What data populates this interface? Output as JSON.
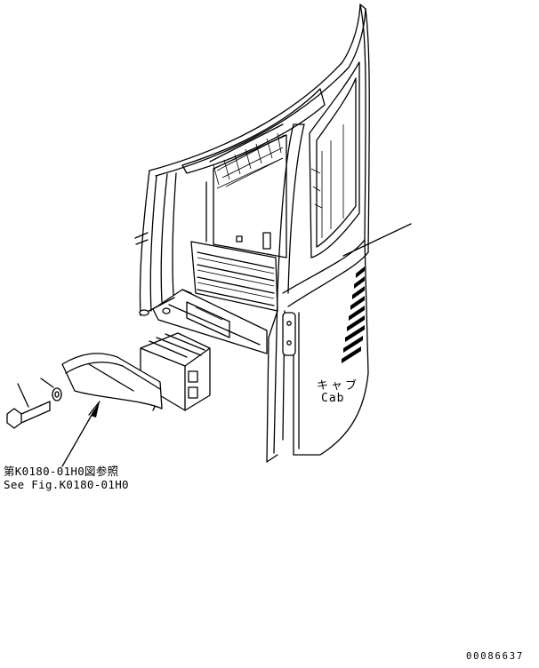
{
  "labels": {
    "cab_jp": "キャブ",
    "cab_en": "Cab",
    "ref_jp": "第K0180-01H0図参照",
    "ref_en": "See Fig.K0180-01H0",
    "drawing_no": "00086637"
  },
  "colors": {
    "line": "#000000",
    "background": "#ffffff"
  }
}
